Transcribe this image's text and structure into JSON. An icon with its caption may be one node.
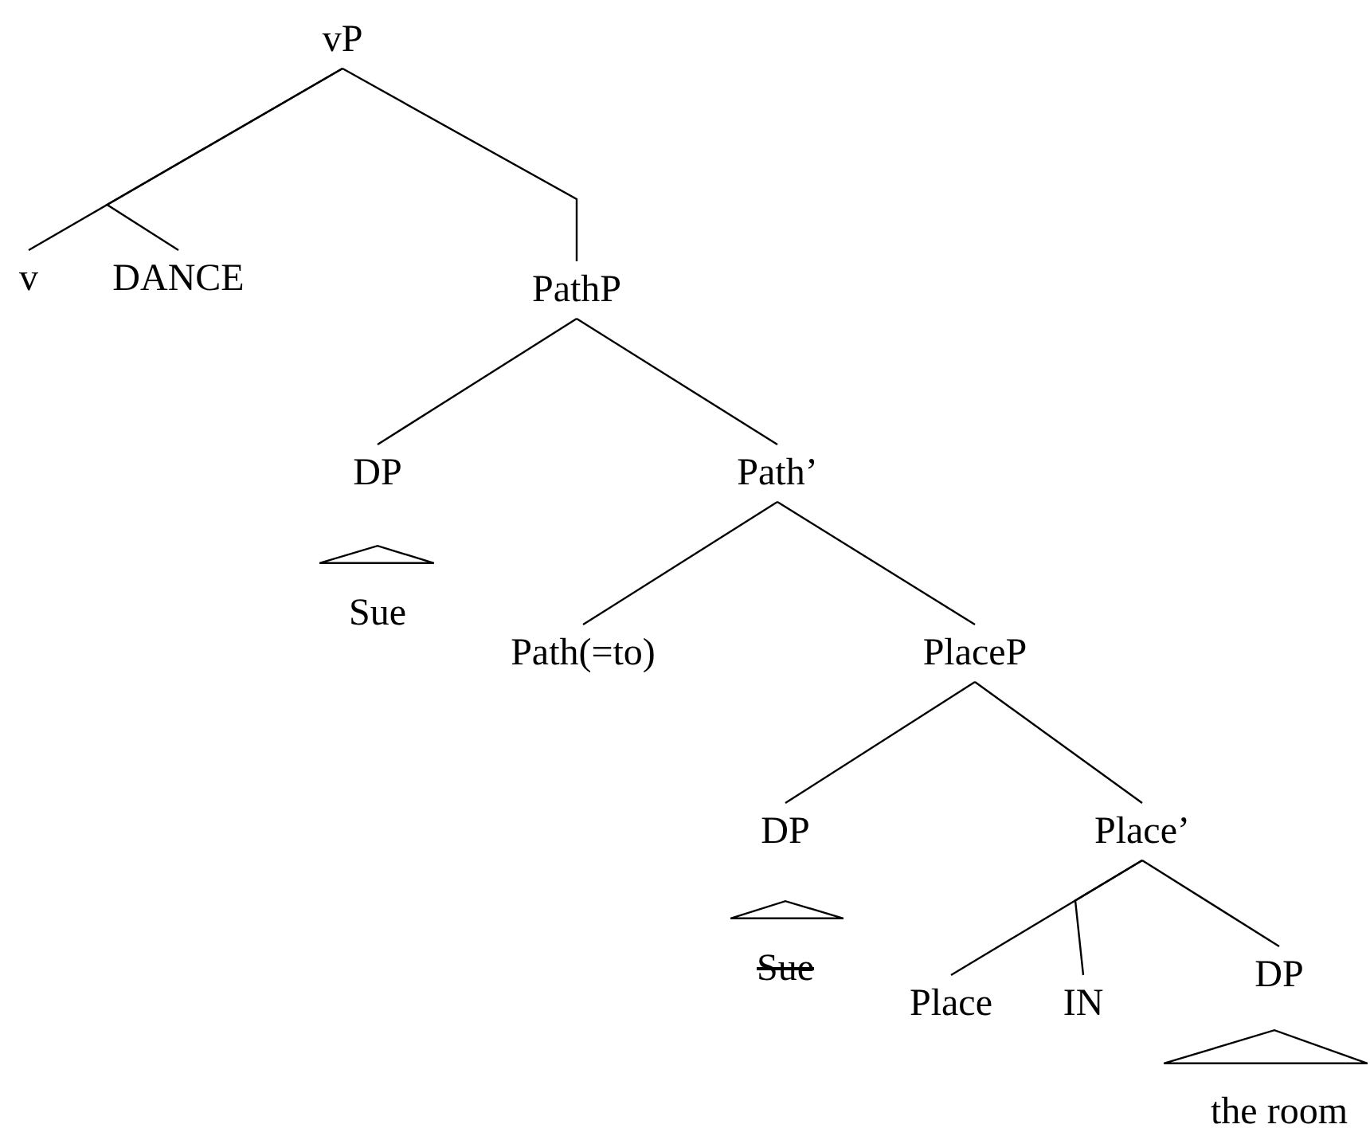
{
  "diagram": {
    "nodes": [
      {
        "text": [
          "vP"
        ]
      },
      {
        "text": [
          "v"
        ]
      },
      {
        "text": [
          "DANCE"
        ]
      },
      {
        "text": [
          "PathP"
        ]
      },
      {
        "text": [
          "DP"
        ]
      },
      {
        "text": [],
        "shape": "triangle"
      },
      {
        "text": [
          "Sue"
        ]
      },
      {
        "text": [
          "Path’"
        ]
      },
      {
        "text": [
          "Path(=to)"
        ]
      },
      {
        "text": [
          "PlaceP"
        ]
      },
      {
        "text": [
          "DP"
        ]
      },
      {
        "text": [],
        "shape": "triangle"
      },
      {
        "text": [
          "Sue"
        ]
      },
      {
        "text": [
          "Place’"
        ]
      },
      {
        "text": [
          "Place"
        ]
      },
      {
        "text": [
          "IN"
        ]
      },
      {
        "text": [
          "DP"
        ]
      },
      {
        "text": [],
        "shape": "triangle"
      },
      {
        "text": [
          "the room"
        ]
      }
    ],
    "edges": [
      {
        "from": 0,
        "to": 1,
        "arrow": "none"
      },
      {
        "from": 0,
        "to": 2,
        "arrow": "none"
      },
      {
        "from": 0,
        "to": 3,
        "arrow": "none"
      },
      {
        "from": 3,
        "to": 4,
        "arrow": "none"
      },
      {
        "from": 3,
        "to": 7,
        "arrow": "none"
      },
      {
        "from": 7,
        "to": 8,
        "arrow": "none"
      },
      {
        "from": 7,
        "to": 9,
        "arrow": "none"
      },
      {
        "from": 9,
        "to": 10,
        "arrow": "none"
      },
      {
        "from": 9,
        "to": 13,
        "arrow": "none"
      },
      {
        "from": 13,
        "to": 14,
        "arrow": "none"
      },
      {
        "from": 13,
        "to": 15,
        "arrow": "none"
      },
      {
        "from": 13,
        "to": 16,
        "arrow": "none"
      }
    ]
  }
}
